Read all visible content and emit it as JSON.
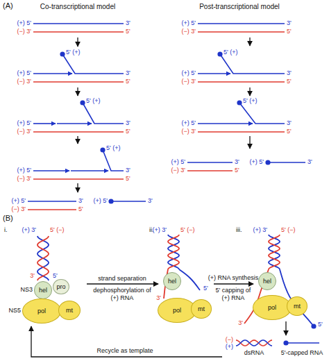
{
  "diagram": {
    "nodes": [
      {
        "text": [
          "hel"
        ]
      },
      {
        "text": [
          "pro"
        ]
      },
      {
        "text": [
          "pol"
        ]
      },
      {
        "text": [
          "mt"
        ]
      },
      {
        "text": [
          "hel"
        ]
      },
      {
        "text": [
          "pol"
        ]
      },
      {
        "text": [
          "mt"
        ]
      },
      {
        "text": [
          "hel"
        ]
      },
      {
        "text": [
          "pol"
        ]
      },
      {
        "text": [
          "mt"
        ]
      }
    ],
    "labels": [
      "(A)",
      "Co-transcriptional model",
      "Post-transcriptional model",
      "(+) 5'",
      "3'",
      "(−) 3'",
      "5'",
      "5' (+)",
      "(+) 5'",
      "3'",
      "(−) 3'",
      "5'",
      "5' (+)",
      "(+) 5'",
      "3'",
      "(−) 3'",
      "5'",
      "5' (+)",
      "(+) 5'",
      "3'",
      "(−) 3'",
      "5'",
      "(+) 5'",
      "3'",
      "(−) 3'",
      "5'",
      "(+) 5'",
      "3'",
      "(+) 5'",
      "3'",
      "(−) 3'",
      "5'",
      "5' (+)",
      "(+) 5'",
      "3'",
      "(−) 3'",
      "5'",
      "5' (+)",
      "(+) 5'",
      "3'",
      "(−) 3'",
      "5'",
      "(+) 5'",
      "3'",
      "(−) 3'",
      "5'",
      "(+) 5'",
      "3'",
      "(B)",
      "i.",
      "(+) 3'",
      "5' (−)",
      "3'",
      "5'",
      "NS3",
      "NS5",
      "strand separation",
      "dephosphorylation of (+) RNA",
      "ii.",
      "(+) 3'",
      "5' (−)",
      "3'",
      "5'",
      "(+) RNA synthesis",
      "5' capping of (+) RNA",
      "iii.",
      "(+) 3'",
      "5' (−)",
      "3'",
      "5'",
      "(−)",
      "(+)",
      "dsRNA",
      "5'-capped RNA",
      "Recycle as template"
    ]
  }
}
